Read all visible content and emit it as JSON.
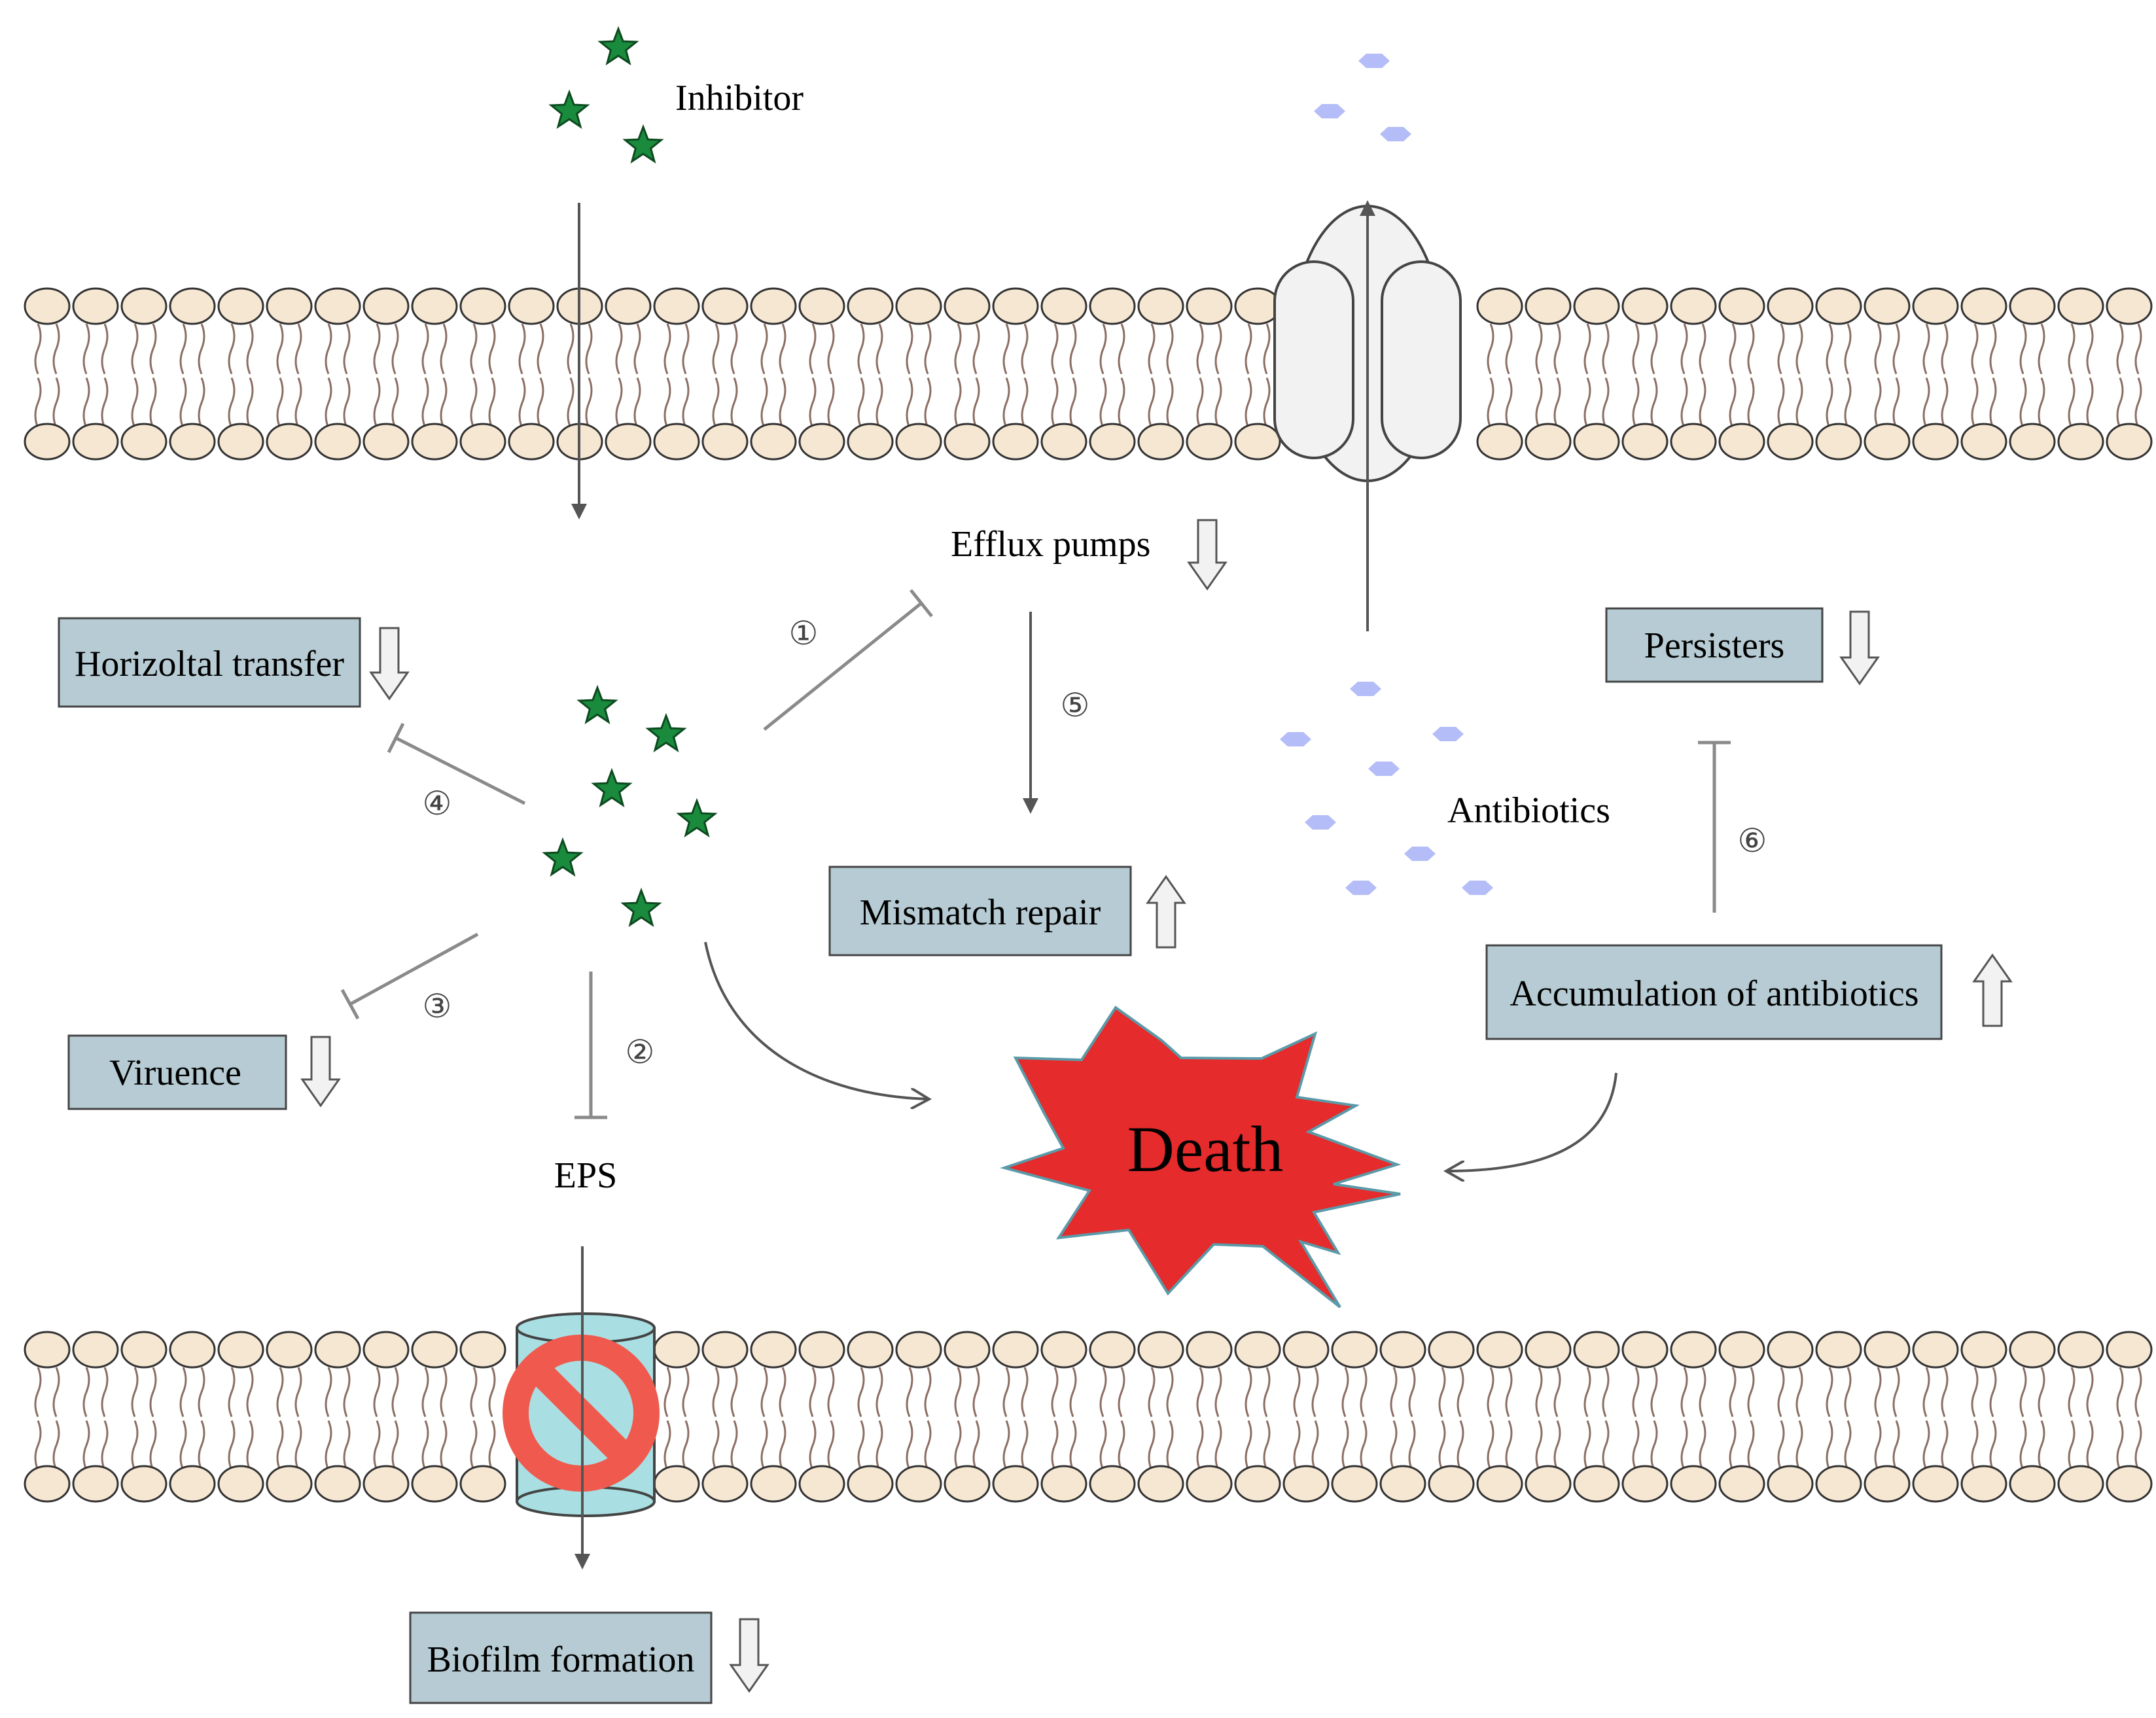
{
  "labels": {
    "inhibitor": "Inhibitor",
    "efflux_pumps": "Efflux pumps",
    "antibiotics": "Antibiotics",
    "eps": "EPS",
    "death": "Death"
  },
  "boxes": {
    "horizontal_transfer": "Horizoltal transfer",
    "mismatch_repair": "Mismatch repair",
    "persisters": "Persisters",
    "accumulation": "Accumulation of antibiotics",
    "virulence": "Viruence",
    "biofilm": "Biofilm formation"
  },
  "steps": {
    "s1": "①",
    "s2": "②",
    "s3": "③",
    "s4": "④",
    "s5": "⑤",
    "s6": "⑥"
  },
  "colors": {
    "inhibitor_star": "#1a8a3c",
    "antibiotic": "#b4bdf7",
    "box_fill": "#b6cbd3",
    "phospholipid_head": "#f6e7d3",
    "lipid_tail": "#8c6e63",
    "death_burst": "#e52b2b",
    "channel": "#a9dfe3",
    "prohibit_sign": "#f05a4e",
    "pump": "#f2f2f2"
  }
}
